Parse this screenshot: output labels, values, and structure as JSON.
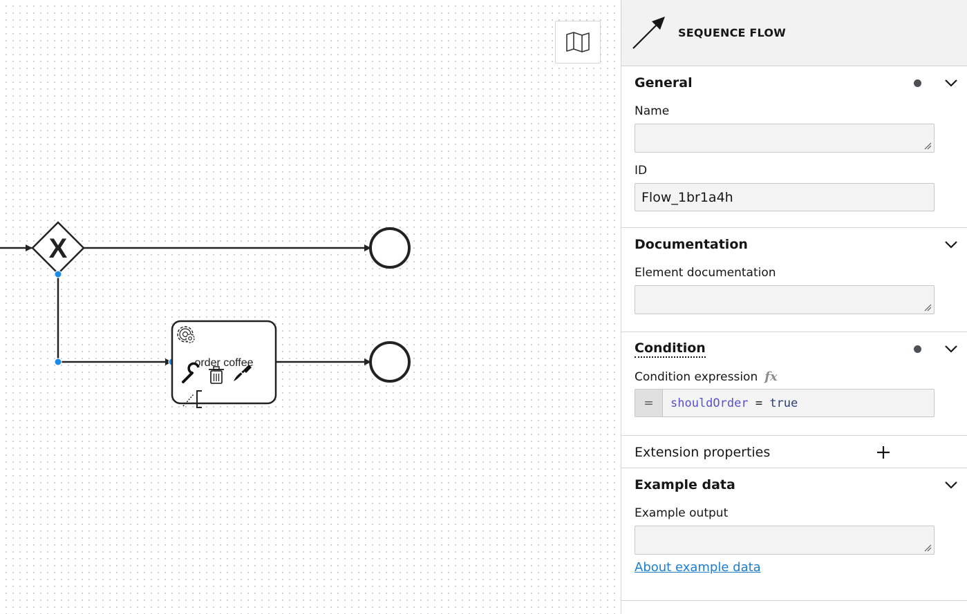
{
  "diagram": {
    "gateway_marker": "X",
    "task_label": "order coffee",
    "icons": [
      "gear-icon",
      "wrench-icon",
      "trash-icon",
      "paintbrush-icon"
    ]
  },
  "canvas": {
    "minimap_icon": "map-icon"
  },
  "panel": {
    "header": {
      "icon": "sequence-flow-arrow-icon",
      "title": "SEQUENCE FLOW"
    },
    "groups": {
      "general": {
        "title": "General",
        "name_label": "Name",
        "name_value": "",
        "id_label": "ID",
        "id_value": "Flow_1br1a4h"
      },
      "documentation": {
        "title": "Documentation",
        "element_doc_label": "Element documentation",
        "element_doc_value": ""
      },
      "condition": {
        "title": "Condition",
        "expression_label": "Condition expression",
        "fx_label": "fx",
        "eq_sign": "=",
        "expr_var": "shouldOrder",
        "expr_op": " = ",
        "expr_bool": "true"
      },
      "extension_properties": {
        "title": "Extension properties"
      },
      "example_data": {
        "title": "Example data",
        "output_label": "Example output",
        "output_value": "",
        "link_text": "About example data"
      }
    }
  }
}
